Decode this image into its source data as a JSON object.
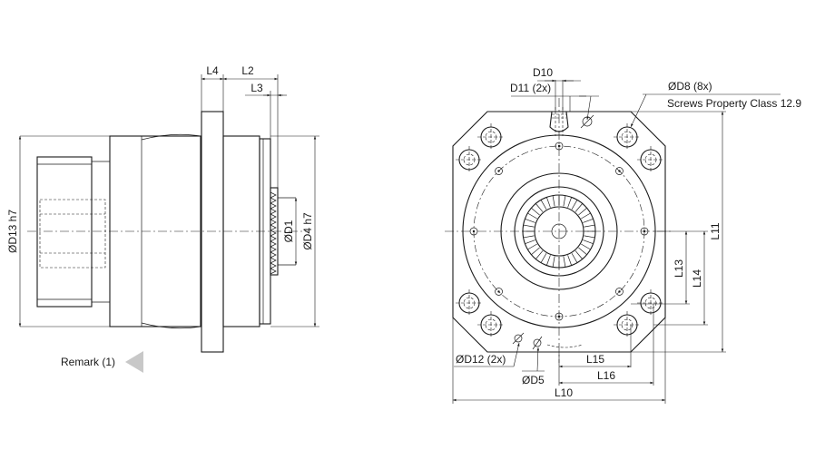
{
  "side_view": {
    "labels": {
      "l4": "L4",
      "l2": "L2",
      "l3": "L3",
      "d13": "ØD13 h7",
      "d1": "ØD1",
      "d4": "ØD4 h7",
      "remark": "Remark (1)"
    }
  },
  "front_view": {
    "labels": {
      "d10": "D10",
      "d11": "D11 (2x)",
      "d8": "ØD8 (8x)",
      "screws": "Screws Property Class 12.9",
      "l11": "L11",
      "l13": "L13",
      "l14": "L14",
      "d12": "ØD12 (2x)",
      "d5": "ØD5",
      "l15": "L15",
      "l16": "L16",
      "l10": "L10"
    }
  },
  "colors": {
    "line": "#1a1a1a",
    "remark_marker": "#c8c8c8",
    "background": "#ffffff"
  }
}
